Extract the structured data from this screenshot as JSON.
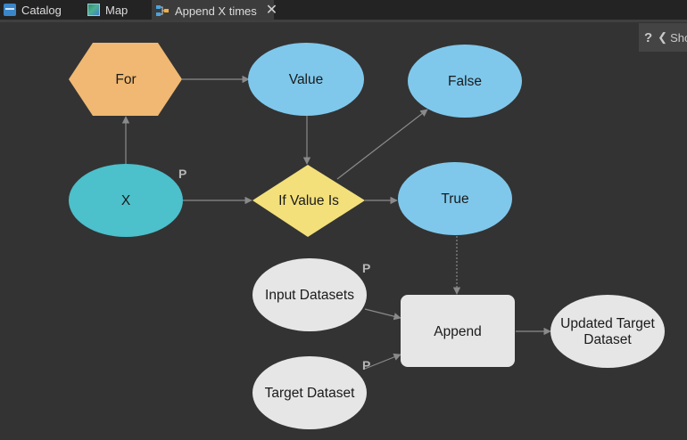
{
  "tabs": [
    {
      "label": "Catalog",
      "icon": "catalog-icon"
    },
    {
      "label": "Map",
      "icon": "map-icon"
    },
    {
      "label": "Append X times",
      "icon": "model-icon",
      "active": true
    }
  ],
  "help_panel": {
    "label": "Sho"
  },
  "nodes": {
    "for": "For",
    "value": "Value",
    "false": "False",
    "x": "X",
    "if_value_is": "If Value Is",
    "true": "True",
    "input_datasets": "Input Datasets",
    "append": "Append",
    "updated_target_line1": "Updated Target",
    "updated_target_line2": "Dataset",
    "target_dataset": "Target Dataset"
  },
  "parameter_marker": "P",
  "colors": {
    "iterator": "#f0b872",
    "variable": "#7fc8ec",
    "model_parameter": "#4cc0cb",
    "logic": "#f3e07a",
    "data": "#e6e6e6",
    "connector": "#8a8a8a"
  }
}
